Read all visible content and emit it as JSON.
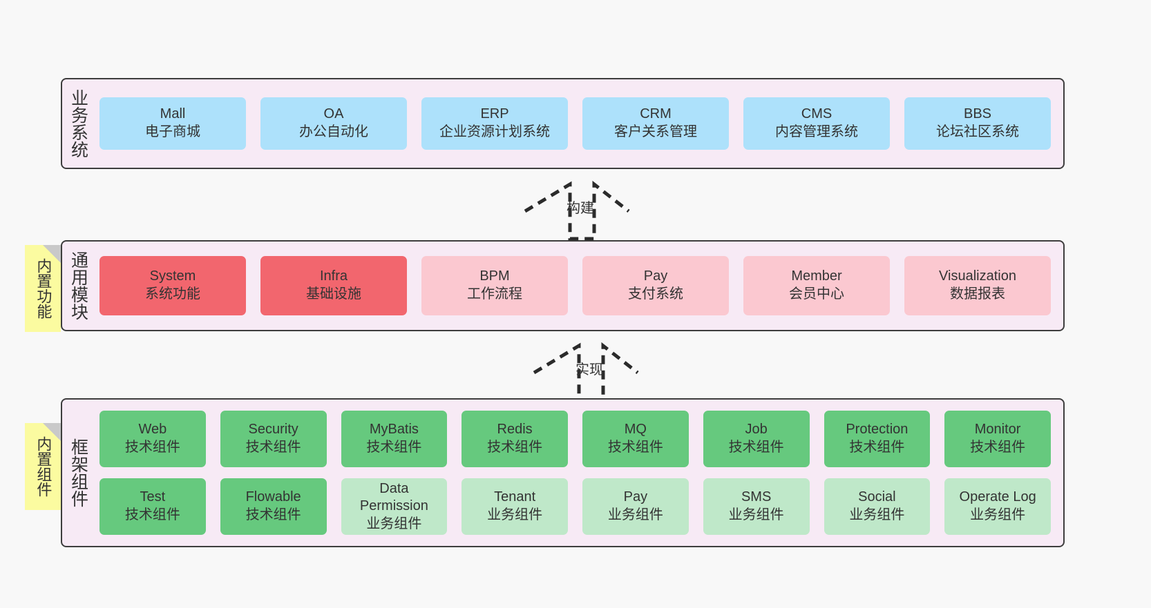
{
  "diagram": {
    "title_note_top": "内置功能",
    "title_note_bottom": "内置组件",
    "background_color": "#f8f8f8",
    "panel_color": "#f7eaf5",
    "note_color": "#fbfba0"
  },
  "layers": [
    {
      "id": "business-systems",
      "label": "业务系统",
      "rows": [
        {
          "items": [
            {
              "en": "Mall",
              "cn": "电子商城",
              "color": "#ade1fb"
            },
            {
              "en": "OA",
              "cn": "办公自动化",
              "color": "#ade1fb"
            },
            {
              "en": "ERP",
              "cn": "企业资源计划系统",
              "color": "#ade1fb"
            },
            {
              "en": "CRM",
              "cn": "客户关系管理",
              "color": "#ade1fb"
            },
            {
              "en": "CMS",
              "cn": "内容管理系统",
              "color": "#ade1fb"
            },
            {
              "en": "BBS",
              "cn": "论坛社区系统",
              "color": "#ade1fb"
            }
          ]
        }
      ]
    },
    {
      "id": "common-modules",
      "label": "通用模块",
      "rows": [
        {
          "items": [
            {
              "en": "System",
              "cn": "系统功能",
              "color": "#f2666e"
            },
            {
              "en": "Infra",
              "cn": "基础设施",
              "color": "#f2666e"
            },
            {
              "en": "BPM",
              "cn": "工作流程",
              "color": "#fbc8d0"
            },
            {
              "en": "Pay",
              "cn": "支付系统",
              "color": "#fbc8d0"
            },
            {
              "en": "Member",
              "cn": "会员中心",
              "color": "#fbc8d0"
            },
            {
              "en": "Visualization",
              "cn": "数据报表",
              "color": "#fbc8d0"
            }
          ]
        }
      ]
    },
    {
      "id": "framework-components",
      "label": "框架组件",
      "rows": [
        {
          "items": [
            {
              "en": "Web",
              "cn": "技术组件",
              "color": "#66c97e"
            },
            {
              "en": "Security",
              "cn": "技术组件",
              "color": "#66c97e"
            },
            {
              "en": "MyBatis",
              "cn": "技术组件",
              "color": "#66c97e"
            },
            {
              "en": "Redis",
              "cn": "技术组件",
              "color": "#66c97e"
            },
            {
              "en": "MQ",
              "cn": "技术组件",
              "color": "#66c97e"
            },
            {
              "en": "Job",
              "cn": "技术组件",
              "color": "#66c97e"
            },
            {
              "en": "Protection",
              "cn": "技术组件",
              "color": "#66c97e"
            },
            {
              "en": "Monitor",
              "cn": "技术组件",
              "color": "#66c97e"
            }
          ]
        },
        {
          "items": [
            {
              "en": "Test",
              "cn": "技术组件",
              "color": "#66c97e"
            },
            {
              "en": "Flowable",
              "cn": "技术组件",
              "color": "#66c97e"
            },
            {
              "en": "Data Permission",
              "cn": "业务组件",
              "color": "#bfe8c9",
              "wrap": true
            },
            {
              "en": "Tenant",
              "cn": "业务组件",
              "color": "#bfe8c9"
            },
            {
              "en": "Pay",
              "cn": "业务组件",
              "color": "#bfe8c9"
            },
            {
              "en": "SMS",
              "cn": "业务组件",
              "color": "#bfe8c9"
            },
            {
              "en": "Social",
              "cn": "业务组件",
              "color": "#bfe8c9"
            },
            {
              "en": "Operate Log",
              "cn": "业务组件",
              "color": "#bfe8c9"
            }
          ]
        }
      ]
    }
  ],
  "arrows": [
    {
      "id": "arrow-build",
      "label": "构建"
    },
    {
      "id": "arrow-implement",
      "label": "实现"
    }
  ]
}
